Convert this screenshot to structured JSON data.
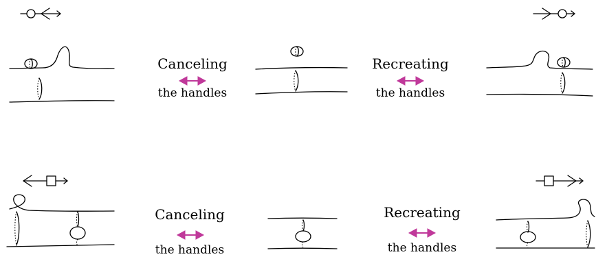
{
  "labels": {
    "row1_left_top": "Canceling",
    "row1_left_bottom": "the handles",
    "row1_right_top": "Recreating",
    "row1_right_bottom": "the handles",
    "row2_left_top": "Canceling",
    "row2_left_bottom": "the handles",
    "row2_right_top": "Recreating",
    "row2_right_bottom": "the handles"
  },
  "colors": {
    "arrow": "#c0399a",
    "ink": "#000000"
  }
}
